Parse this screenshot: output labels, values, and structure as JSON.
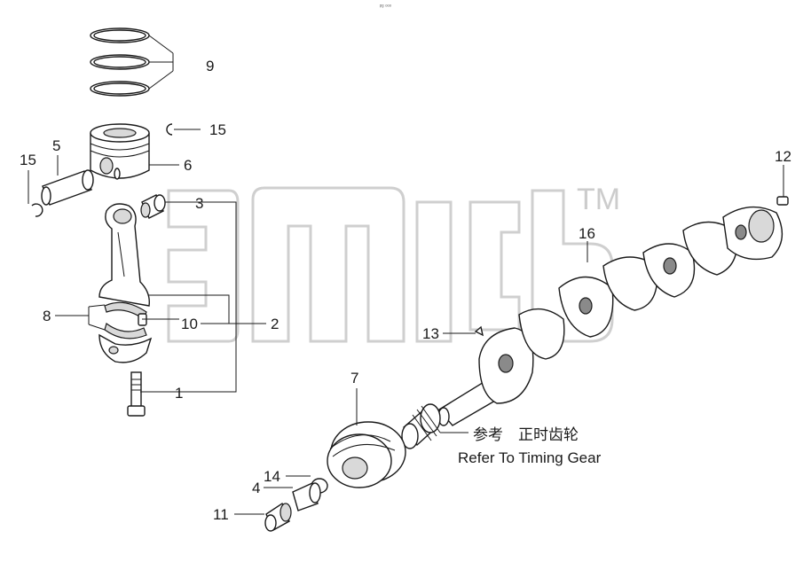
{
  "callouts": {
    "c1": "1",
    "c2": "2",
    "c3": "3",
    "c4": "4",
    "c5": "5",
    "c6": "6",
    "c7": "7",
    "c8": "8",
    "c9": "9",
    "c10": "10",
    "c11": "11",
    "c12": "12",
    "c13": "13",
    "c14": "14",
    "c15a": "15",
    "c15b": "15",
    "c16": "16"
  },
  "note": {
    "chinese": "参考　正时齿轮",
    "english": "Refer To Timing Gear"
  },
  "watermark": {
    "trademark": "TM"
  },
  "header": {
    "tiny_mark": "ᵖᵍ ᵒᵒᵒ"
  }
}
